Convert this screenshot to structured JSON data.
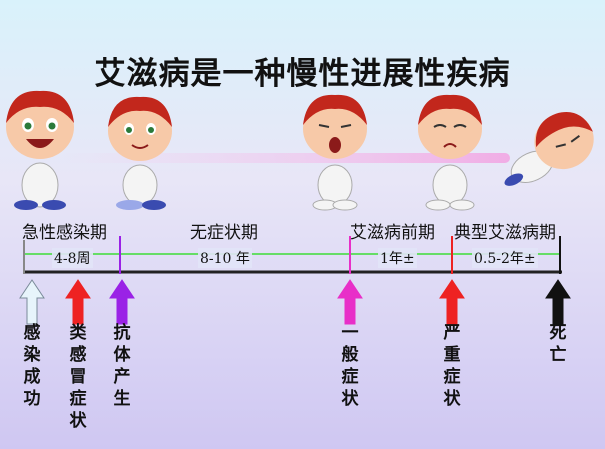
{
  "title": "艾滋病是一种慢性进展性疾病",
  "phases": [
    {
      "label": "急性感染期"
    },
    {
      "label": "无症状期"
    },
    {
      "label": "艾滋病前期"
    },
    {
      "label": "典型艾滋病期"
    }
  ],
  "durations": [
    {
      "label": "4-8周"
    },
    {
      "label": "8-10 年"
    },
    {
      "label": "1年±"
    },
    {
      "label": "0.5-2年±"
    }
  ],
  "events": [
    {
      "label": "感染成功",
      "color": "#e7f4fb"
    },
    {
      "label": "类感冒症状",
      "color": "#ee2222"
    },
    {
      "label": "抗体产生",
      "color": "#9a22e6"
    },
    {
      "label": "一般症状",
      "color": "#e82fc8"
    },
    {
      "label": "严重症状",
      "color": "#ee2222"
    },
    {
      "label": "死亡",
      "color": "#111111"
    }
  ],
  "colors": {
    "timeline": "#222222",
    "segment_line": "#66dd66"
  }
}
